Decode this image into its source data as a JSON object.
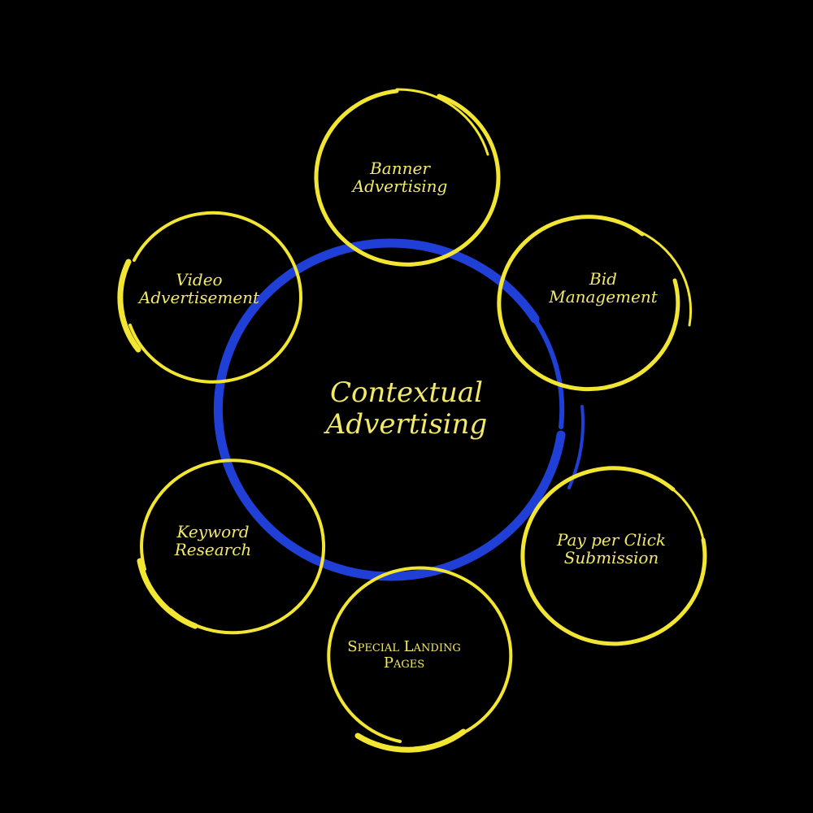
{
  "colors": {
    "background": "#000000",
    "node_ring": "#f2e633",
    "center_ring": "#1f3fd6",
    "text": "#f2e96a"
  },
  "center": {
    "line1": "Contextual",
    "line2": "Advertising"
  },
  "nodes": [
    {
      "id": "banner",
      "line1": "Banner",
      "line2": "Advertising"
    },
    {
      "id": "bid",
      "line1": "Bid",
      "line2": "Management"
    },
    {
      "id": "ppc",
      "line1": "Pay per  Click",
      "line2": "Submission"
    },
    {
      "id": "landing",
      "line1": "Special Landing",
      "line2": "Pages"
    },
    {
      "id": "keyword",
      "line1": "Keyword",
      "line2": "Research"
    },
    {
      "id": "video",
      "line1": "Video",
      "line2": "Advertisement"
    }
  ]
}
